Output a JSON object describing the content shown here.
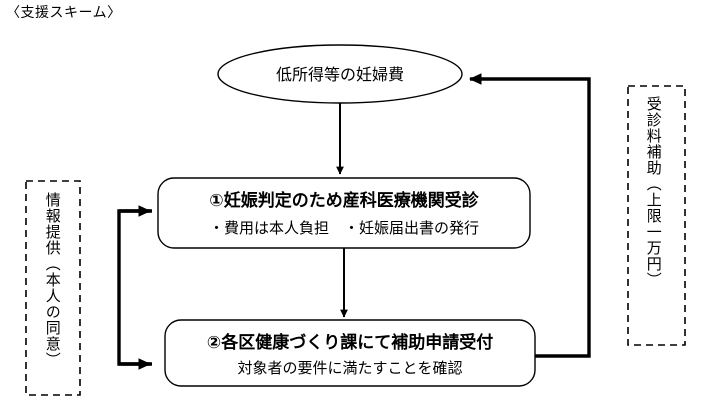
{
  "page": {
    "title": "〈支援スキーム〉",
    "background_color": "#ffffff",
    "line_color": "#000000"
  },
  "diagram": {
    "type": "flowchart",
    "orientation": "top-to-bottom",
    "nodes": {
      "source": {
        "id": "source-ellipse",
        "shape": "ellipse",
        "label": "低所得等の妊婦費"
      },
      "step1": {
        "id": "step-1-box",
        "shape": "rounded-rectangle",
        "heading": "①妊娠判定のため産科医療機関受診",
        "detail": "・費用は本人負担　・妊娠届出書の発行"
      },
      "step2": {
        "id": "step-2-box",
        "shape": "rounded-rectangle",
        "heading": "②各区健康づくり課にて補助申請受付",
        "detail": "対象者の要件に満たすことを確認"
      }
    },
    "notes": {
      "left": {
        "id": "left-dashed-note",
        "style": "dashed",
        "text_direction": "vertical",
        "label": "情報提供（本人の同意）"
      },
      "right": {
        "id": "right-dashed-note",
        "style": "dashed",
        "text_direction": "vertical",
        "label": "受診料補助（上限一万円）"
      }
    },
    "connectors": [
      {
        "id": "source-to-step1",
        "from": "source",
        "to": "step1",
        "style": "thin-arrow",
        "direction": "down"
      },
      {
        "id": "step1-to-step2",
        "from": "step1",
        "to": "step2",
        "style": "thin-arrow",
        "direction": "down"
      },
      {
        "id": "step2-to-source",
        "from": "step2",
        "to": "source",
        "style": "thick-bracket-right",
        "direction": "up-left"
      },
      {
        "id": "left-bracket-to-step1",
        "from": "left-note",
        "to": "step1",
        "style": "thick-bracket-left",
        "direction": "right"
      },
      {
        "id": "left-bracket-to-step2",
        "from": "left-note",
        "to": "step2",
        "style": "thick-bracket-left",
        "direction": "right"
      }
    ]
  }
}
